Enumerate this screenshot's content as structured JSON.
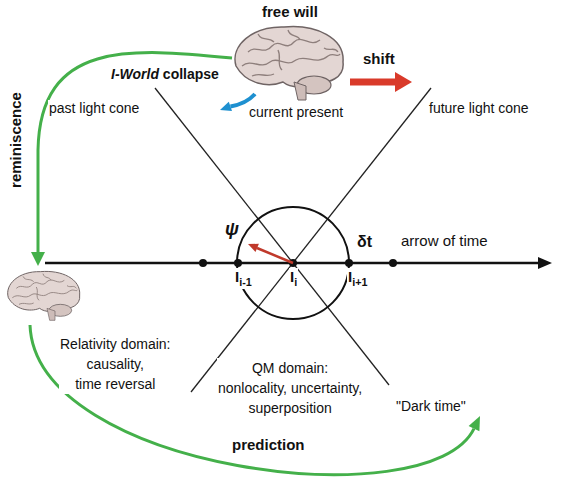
{
  "diagram": {
    "labels": [
      "free will",
      "I-World collapse",
      "shift",
      "reminiscence",
      "past light cone",
      "current present",
      "future light cone",
      "ψ",
      "δt",
      "arrow of time",
      "Ii-1",
      "Ii",
      "Ii+1",
      "Relativity domain: causality, time reversal",
      "QM domain: nonlocality, uncertainty, superposition",
      "\"Dark time\"",
      "prediction"
    ]
  }
}
